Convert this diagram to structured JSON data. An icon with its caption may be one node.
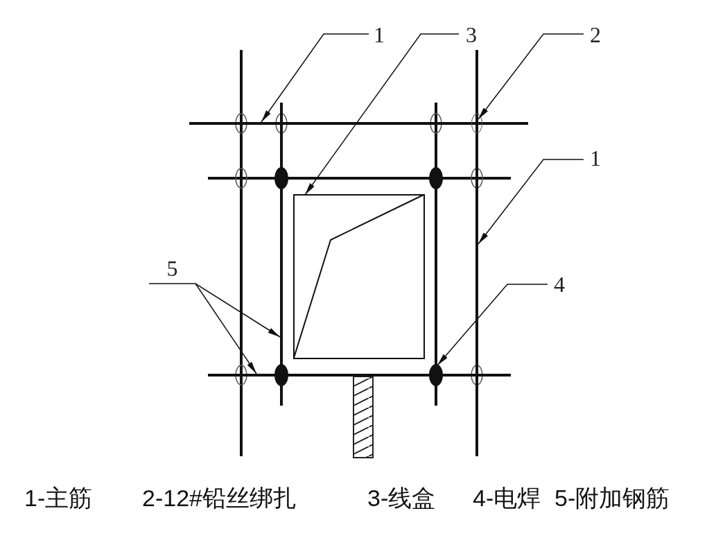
{
  "diagram": {
    "nodes": [
      {
        "text": [
          "1"
        ]
      },
      {
        "text": [
          "3"
        ]
      },
      {
        "text": [
          "2"
        ]
      },
      {
        "text": [
          "1"
        ]
      },
      {
        "text": [
          "5"
        ]
      },
      {
        "text": [
          "4"
        ]
      },
      {
        "text": [],
        "shape": "box"
      },
      {
        "text": [],
        "shape": "bar"
      },
      {
        "text": [],
        "shape": "circle"
      },
      {
        "text": [],
        "shape": "bar"
      },
      {
        "text": [],
        "shape": "bar"
      },
      {
        "text": [],
        "shape": "bar"
      },
      {
        "text": [],
        "shape": "circle"
      }
    ],
    "edges": [
      {
        "from": 0,
        "to": 7,
        "arrow": "to"
      },
      {
        "from": 1,
        "to": 6,
        "arrow": "to"
      },
      {
        "from": 2,
        "to": 8,
        "arrow": "to"
      },
      {
        "from": 3,
        "to": 9,
        "arrow": "to"
      },
      {
        "from": 4,
        "to": 10,
        "arrow": "to"
      },
      {
        "from": 4,
        "to": 11,
        "arrow": "to"
      },
      {
        "from": 5,
        "to": 12,
        "arrow": "to"
      }
    ],
    "labels": [
      "1-主筋",
      "2-12#铅丝绑扎",
      "3-线盒",
      "4-电焊",
      "5-附加钢筋"
    ]
  }
}
